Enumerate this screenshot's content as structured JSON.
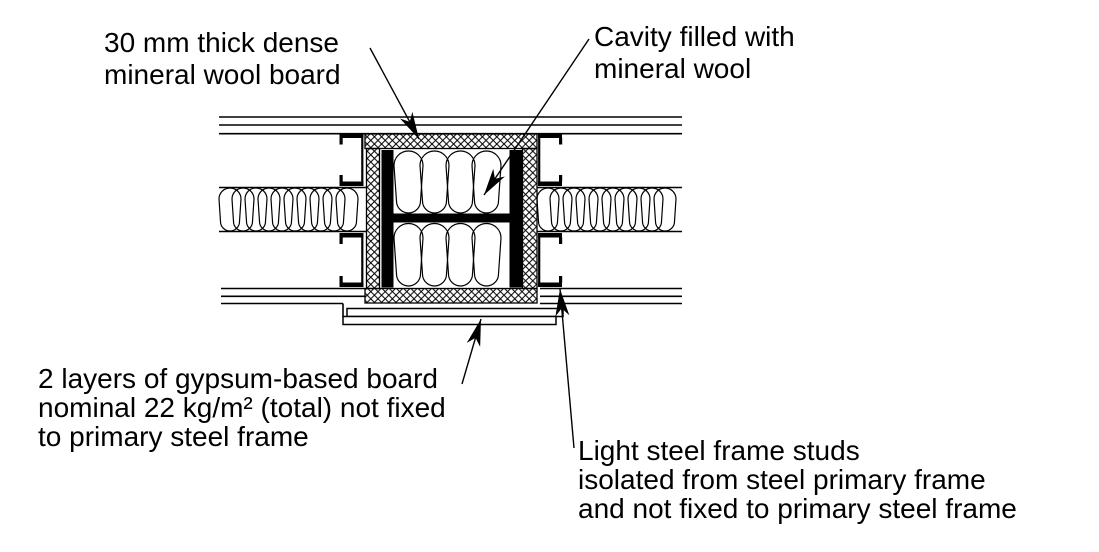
{
  "diagram": {
    "type": "construction-detail-section",
    "colors": {
      "line": "#000000",
      "background": "#ffffff",
      "steel_fill": "#000000"
    },
    "labels": {
      "board": {
        "lines": [
          "30 mm thick dense",
          "mineral wool board"
        ]
      },
      "cavity": {
        "lines": [
          "Cavity filled with",
          "mineral wool"
        ]
      },
      "gypsum": {
        "lines": [
          "2 layers of gypsum-based board",
          "nominal 22 kg/m² (total) not fixed",
          "to primary steel frame"
        ]
      },
      "studs": {
        "lines": [
          "Light steel frame studs",
          "isolated from steel primary frame",
          "and not fixed to primary steel frame"
        ]
      }
    }
  }
}
